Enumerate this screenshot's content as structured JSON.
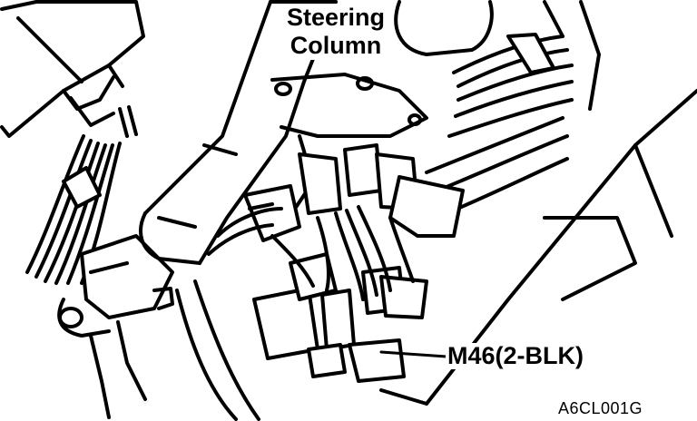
{
  "labels": {
    "steering_column_line1": "Steering",
    "steering_column_line2": "Column",
    "connector": "M46(2-BLK)",
    "figure_code": "A6CL001G"
  },
  "colors": {
    "ink": "#000000",
    "paper": "#ffffff"
  }
}
